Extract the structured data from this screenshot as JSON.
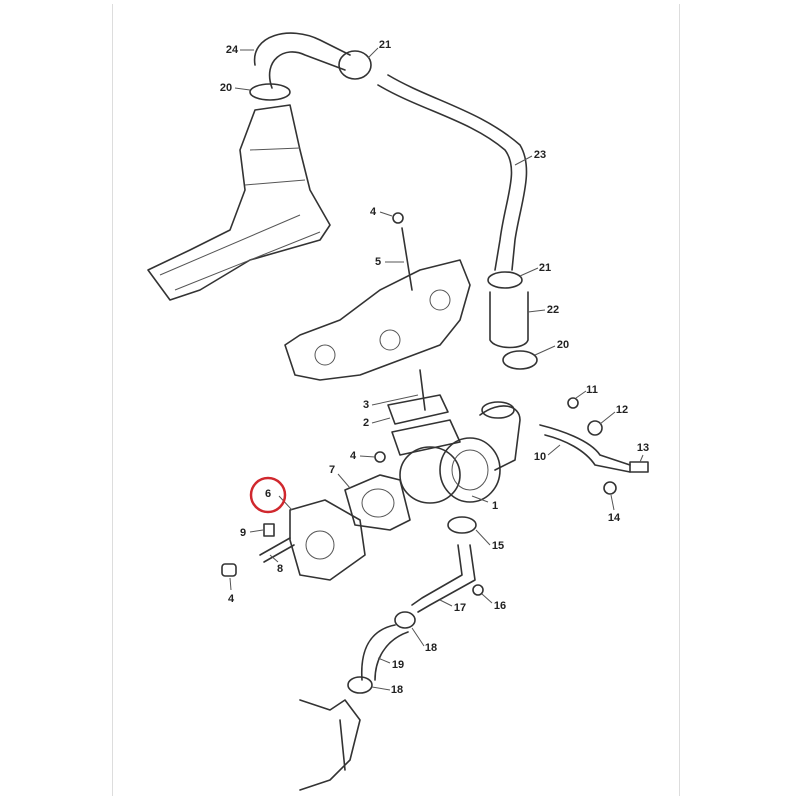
{
  "diagram": {
    "highlight_color": "#d0282e",
    "highlighted_part": "6",
    "labels": [
      {
        "id": "24",
        "text": "24"
      },
      {
        "id": "21a",
        "text": "21"
      },
      {
        "id": "20a",
        "text": "20"
      },
      {
        "id": "23",
        "text": "23"
      },
      {
        "id": "4a",
        "text": "4"
      },
      {
        "id": "5",
        "text": "5"
      },
      {
        "id": "21b",
        "text": "21"
      },
      {
        "id": "22",
        "text": "22"
      },
      {
        "id": "20b",
        "text": "20"
      },
      {
        "id": "3",
        "text": "3"
      },
      {
        "id": "2",
        "text": "2"
      },
      {
        "id": "11",
        "text": "11"
      },
      {
        "id": "12",
        "text": "12"
      },
      {
        "id": "4b",
        "text": "4"
      },
      {
        "id": "7",
        "text": "7"
      },
      {
        "id": "6",
        "text": "6"
      },
      {
        "id": "1",
        "text": "1"
      },
      {
        "id": "10",
        "text": "10"
      },
      {
        "id": "13",
        "text": "13"
      },
      {
        "id": "14",
        "text": "14"
      },
      {
        "id": "9",
        "text": "9"
      },
      {
        "id": "8",
        "text": "8"
      },
      {
        "id": "4c",
        "text": "4"
      },
      {
        "id": "15",
        "text": "15"
      },
      {
        "id": "16",
        "text": "16"
      },
      {
        "id": "17",
        "text": "17"
      },
      {
        "id": "18a",
        "text": "18"
      },
      {
        "id": "19",
        "text": "19"
      },
      {
        "id": "18b",
        "text": "18"
      }
    ]
  }
}
